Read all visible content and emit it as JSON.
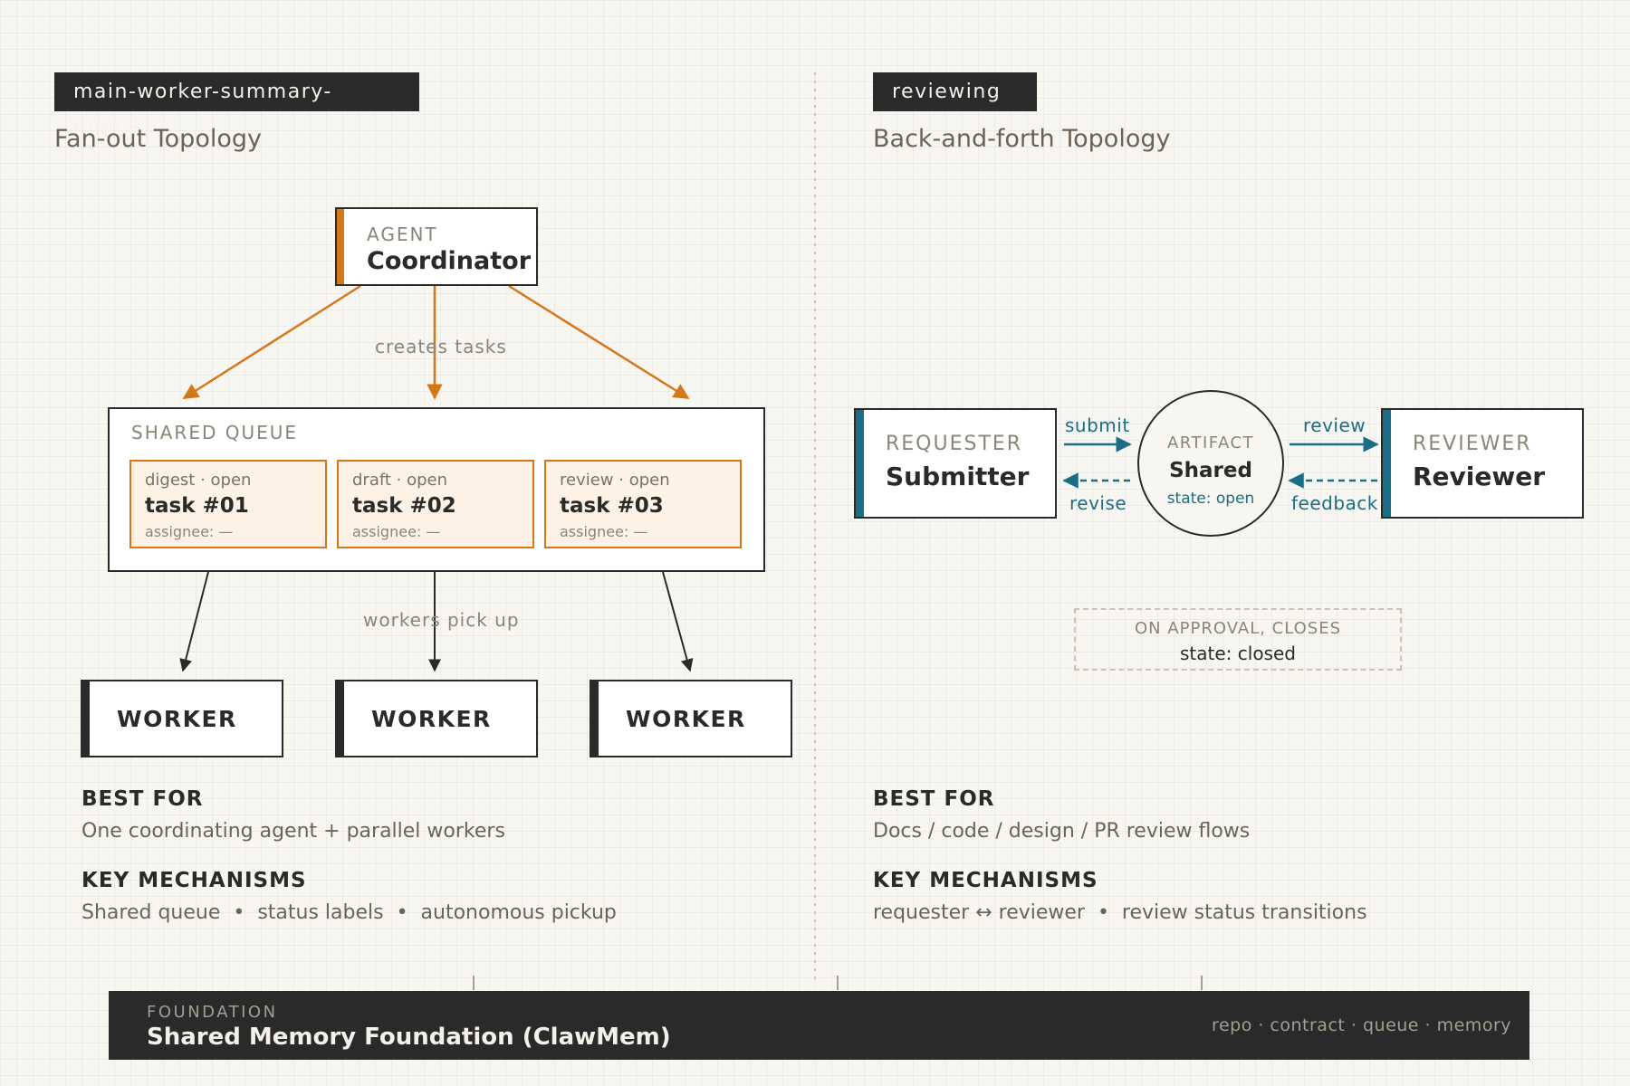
{
  "colors": {
    "background": "#f8f6f1",
    "ink": "#2a2a2a",
    "orange_accent": "#d4771a",
    "teal_accent": "#1a6e85",
    "task_fill": "#fdf2e5",
    "muted_text": "#8c8477"
  },
  "left": {
    "tag": "main-worker-summary-queue",
    "subtitle": "Fan-out Topology",
    "agent": {
      "caption": "AGENT",
      "name": "Coordinator"
    },
    "creates_label": "creates tasks",
    "queue": {
      "caption": "SHARED QUEUE",
      "tasks": [
        {
          "state": "digest · open",
          "name": "task #01",
          "assignee": "assignee: —"
        },
        {
          "state": "draft · open",
          "name": "task #02",
          "assignee": "assignee: —"
        },
        {
          "state": "review · open",
          "name": "task #03",
          "assignee": "assignee: —"
        }
      ]
    },
    "pickup_label": "workers pick up",
    "workers": [
      "WORKER",
      "WORKER",
      "WORKER"
    ],
    "best_for_title": "BEST FOR",
    "best_for_text": "One coordinating agent + parallel workers",
    "mechanisms_title": "KEY MECHANISMS",
    "mechanisms_text": "Shared queue  •  status labels  •  autonomous pickup"
  },
  "right": {
    "tag": "reviewing",
    "subtitle": "Back-and-forth Topology",
    "requester": {
      "caption": "REQUESTER",
      "name": "Submitter"
    },
    "artifact": {
      "caption": "ARTIFACT",
      "name": "Shared",
      "state": "state: open"
    },
    "reviewer": {
      "caption": "REVIEWER",
      "name": "Reviewer"
    },
    "submit_label": "submit",
    "revise_label": "revise",
    "review_label": "review",
    "feedback_label": "feedback",
    "approval": {
      "caption": "ON APPROVAL, CLOSES",
      "state": "state: closed"
    },
    "best_for_title": "BEST FOR",
    "best_for_text": "Docs / code / design / PR review flows",
    "mechanisms_title": "KEY MECHANISMS",
    "mechanisms_text": "requester ↔ reviewer  •  review status transitions"
  },
  "footer": {
    "caption": "FOUNDATION",
    "title": "Shared Memory Foundation (ClawMem)",
    "tags": "repo · contract · queue · memory"
  }
}
